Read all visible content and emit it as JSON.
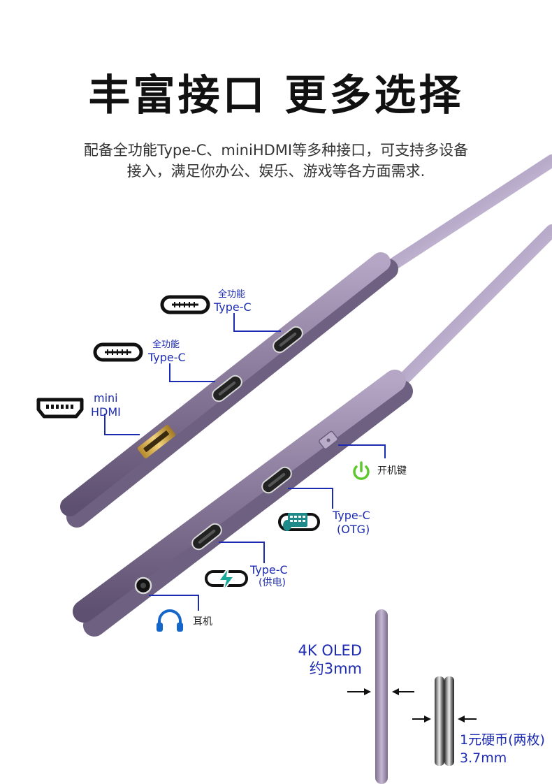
{
  "header": {
    "title": "丰富接口 更多选择",
    "subtitle_line1": "配备全功能Type-C、miniHDMI等多种接口，可支持多设备",
    "subtitle_line2": "接入，满足你办公、娱乐、游戏等各方面需求."
  },
  "ports_left": [
    {
      "line1": "全功能",
      "line2": "Type-C",
      "icon": "type-c-icon"
    },
    {
      "line1": "全功能",
      "line2": "Type-C",
      "icon": "type-c-icon"
    },
    {
      "line1": "mini",
      "line2": "HDMI",
      "icon": "hdmi-icon"
    }
  ],
  "ports_right": [
    {
      "label": "开机键",
      "icon": "power-icon"
    },
    {
      "line1": "Type-C",
      "line2": "(OTG)",
      "icon": "keyboard-mouse-icon"
    },
    {
      "line1": "Type-C",
      "line2": "(供电)",
      "icon": "charging-icon"
    },
    {
      "label": "耳机",
      "icon": "headphones-icon"
    }
  ],
  "thickness": {
    "device_line1": "4K OLED",
    "device_line2": "约3mm",
    "coin_line1": "1元硬币(两枚)",
    "coin_line2": "3.7mm"
  },
  "colors": {
    "accent_blue": "#1d2bb0",
    "body_purple": "#8a7a9a",
    "power_green": "#5cc82c",
    "headphone_blue": "#1566c9",
    "usb_teal": "#1f8a8a"
  }
}
